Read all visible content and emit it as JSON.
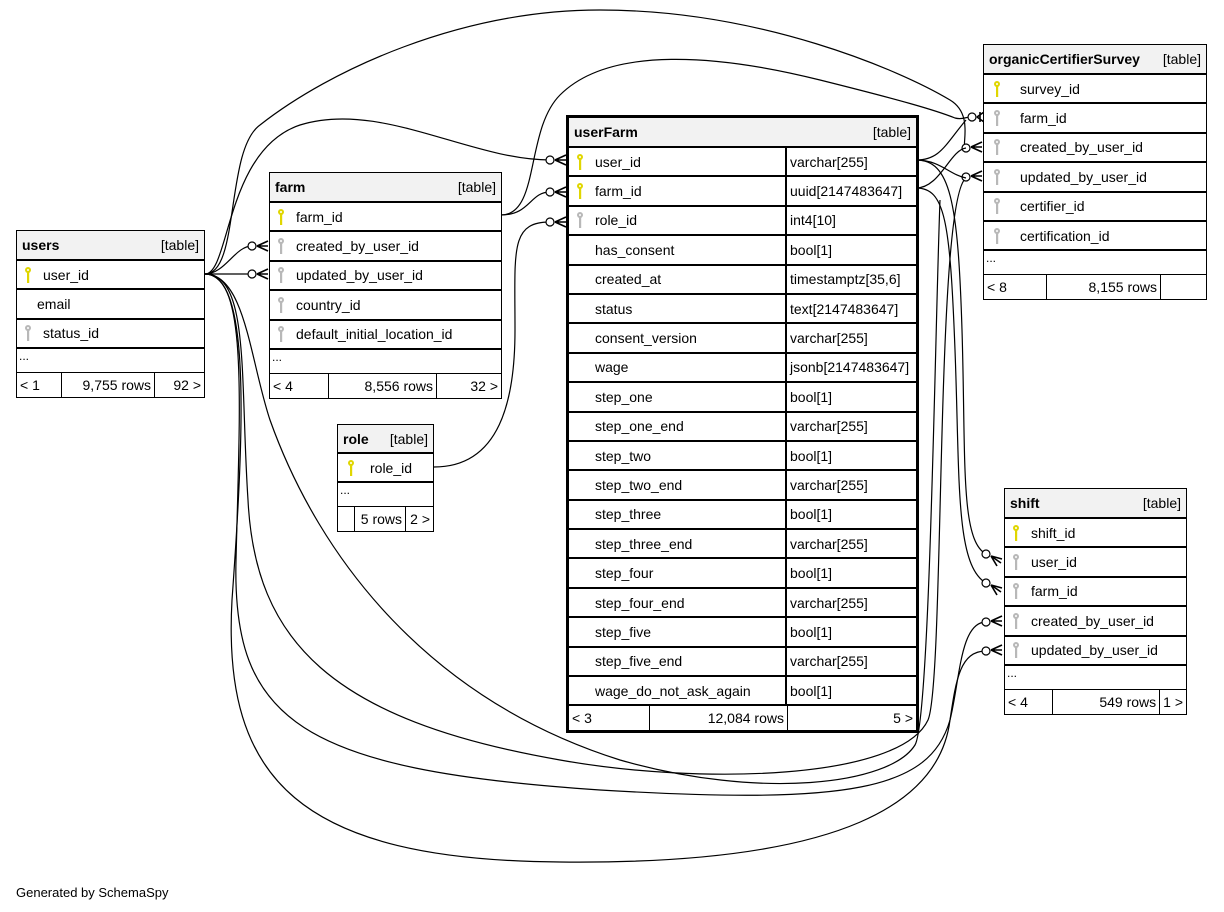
{
  "footer": "Generated by SchemaSpy",
  "table_kind_label": "[table]",
  "more_label": "...",
  "colors": {
    "primary_key": "#e0d600",
    "foreign_key": "#b8b8b8",
    "header_bg": "#f2f2f2"
  },
  "tables": {
    "users": {
      "name": "users",
      "columns": [
        {
          "name": "user_id",
          "key": "primary-key"
        },
        {
          "name": "email",
          "key": "none"
        },
        {
          "name": "status_id",
          "key": "foreign-key"
        }
      ],
      "parents": "< 1",
      "rows": "9,755 rows",
      "children": "92 >"
    },
    "farm": {
      "name": "farm",
      "columns": [
        {
          "name": "farm_id",
          "key": "primary-key"
        },
        {
          "name": "created_by_user_id",
          "key": "foreign-key"
        },
        {
          "name": "updated_by_user_id",
          "key": "foreign-key"
        },
        {
          "name": "country_id",
          "key": "foreign-key"
        },
        {
          "name": "default_initial_location_id",
          "key": "foreign-key"
        }
      ],
      "parents": "< 4",
      "rows": "8,556 rows",
      "children": "32 >"
    },
    "role": {
      "name": "role",
      "columns": [
        {
          "name": "role_id",
          "key": "primary-key"
        }
      ],
      "parents": "",
      "rows": "5 rows",
      "children": "2 >"
    },
    "userFarm": {
      "name": "userFarm",
      "columns": [
        {
          "name": "user_id",
          "key": "primary-key",
          "type": "varchar[255]"
        },
        {
          "name": "farm_id",
          "key": "primary-key",
          "type": "uuid[2147483647]"
        },
        {
          "name": "role_id",
          "key": "foreign-key",
          "type": "int4[10]"
        },
        {
          "name": "has_consent",
          "key": "none",
          "type": "bool[1]"
        },
        {
          "name": "created_at",
          "key": "none",
          "type": "timestamptz[35,6]"
        },
        {
          "name": "status",
          "key": "none",
          "type": "text[2147483647]"
        },
        {
          "name": "consent_version",
          "key": "none",
          "type": "varchar[255]"
        },
        {
          "name": "wage",
          "key": "none",
          "type": "jsonb[2147483647]"
        },
        {
          "name": "step_one",
          "key": "none",
          "type": "bool[1]"
        },
        {
          "name": "step_one_end",
          "key": "none",
          "type": "varchar[255]"
        },
        {
          "name": "step_two",
          "key": "none",
          "type": "bool[1]"
        },
        {
          "name": "step_two_end",
          "key": "none",
          "type": "varchar[255]"
        },
        {
          "name": "step_three",
          "key": "none",
          "type": "bool[1]"
        },
        {
          "name": "step_three_end",
          "key": "none",
          "type": "varchar[255]"
        },
        {
          "name": "step_four",
          "key": "none",
          "type": "bool[1]"
        },
        {
          "name": "step_four_end",
          "key": "none",
          "type": "varchar[255]"
        },
        {
          "name": "step_five",
          "key": "none",
          "type": "bool[1]"
        },
        {
          "name": "step_five_end",
          "key": "none",
          "type": "varchar[255]"
        },
        {
          "name": "wage_do_not_ask_again",
          "key": "none",
          "type": "bool[1]"
        }
      ],
      "parents": "< 3",
      "rows": "12,084 rows",
      "children": "5 >"
    },
    "organicCertifierSurvey": {
      "name": "organicCertifierSurvey",
      "columns": [
        {
          "name": "survey_id",
          "key": "primary-key"
        },
        {
          "name": "farm_id",
          "key": "foreign-key"
        },
        {
          "name": "created_by_user_id",
          "key": "foreign-key"
        },
        {
          "name": "updated_by_user_id",
          "key": "foreign-key"
        },
        {
          "name": "certifier_id",
          "key": "foreign-key"
        },
        {
          "name": "certification_id",
          "key": "foreign-key"
        }
      ],
      "parents": "< 8",
      "rows": "8,155 rows",
      "children": ""
    },
    "shift": {
      "name": "shift",
      "columns": [
        {
          "name": "shift_id",
          "key": "primary-key"
        },
        {
          "name": "user_id",
          "key": "foreign-key"
        },
        {
          "name": "farm_id",
          "key": "foreign-key"
        },
        {
          "name": "created_by_user_id",
          "key": "foreign-key"
        },
        {
          "name": "updated_by_user_id",
          "key": "foreign-key"
        }
      ],
      "parents": "< 4",
      "rows": "549 rows",
      "children": "1 >"
    }
  },
  "relationships": [
    {
      "from": "users.user_id",
      "to": "farm.created_by_user_id"
    },
    {
      "from": "users.user_id",
      "to": "farm.updated_by_user_id"
    },
    {
      "from": "users.user_id",
      "to": "userFarm.user_id"
    },
    {
      "from": "users.user_id",
      "to": "organicCertifierSurvey.created_by_user_id"
    },
    {
      "from": "users.user_id",
      "to": "organicCertifierSurvey.updated_by_user_id"
    },
    {
      "from": "users.user_id",
      "to": "shift.created_by_user_id"
    },
    {
      "from": "users.user_id",
      "to": "shift.updated_by_user_id"
    },
    {
      "from": "farm.farm_id",
      "to": "userFarm.farm_id"
    },
    {
      "from": "farm.farm_id",
      "to": "organicCertifierSurvey.farm_id"
    },
    {
      "from": "role.role_id",
      "to": "userFarm.role_id"
    },
    {
      "from": "userFarm.user_id",
      "to": "shift.user_id"
    },
    {
      "from": "userFarm.farm_id",
      "to": "shift.farm_id"
    }
  ]
}
